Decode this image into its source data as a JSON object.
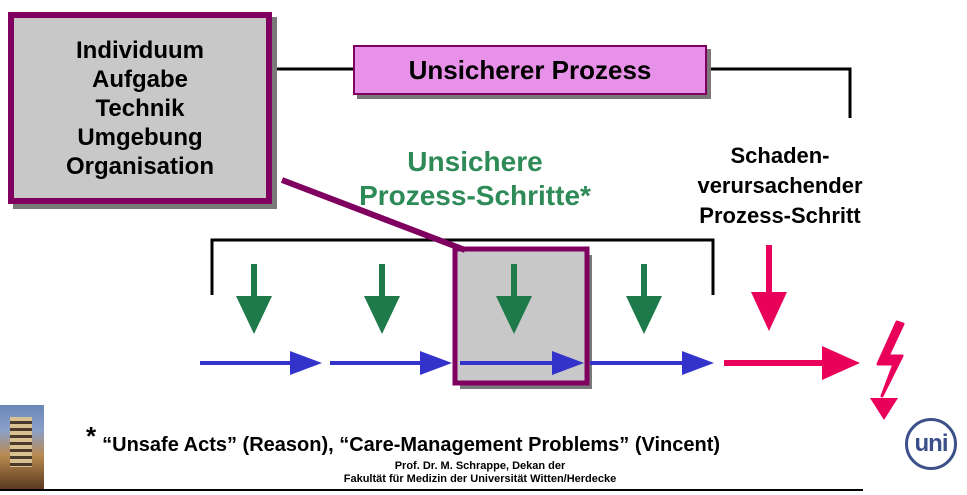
{
  "factors": {
    "items": [
      "Individuum",
      "Aufgabe",
      "Technik",
      "Umgebung",
      "Organisation"
    ]
  },
  "process_label": "Unsicherer Prozess",
  "unsafe_steps": [
    "Unsichere",
    "Prozess-Schritte*"
  ],
  "harm_step": [
    "Schaden-",
    "verursachender",
    "Prozess-Schritt"
  ],
  "footnote": {
    "star": "*",
    "text": "“Unsafe Acts” (Reason), “Care-Management Problems” (Vincent)"
  },
  "author": {
    "line1": "Prof. Dr. M. Schrappe, Dekan der",
    "line2": "Fakultät für Medizin der Universität Witten/Herdecke"
  },
  "logo_text": "uni",
  "colors": {
    "dark_magenta": "#800060",
    "pink_fill": "#e891e8",
    "green": "#1e7a4a",
    "blue": "#3333cc",
    "red": "#e8005a",
    "gray": "#c8c8c8"
  }
}
